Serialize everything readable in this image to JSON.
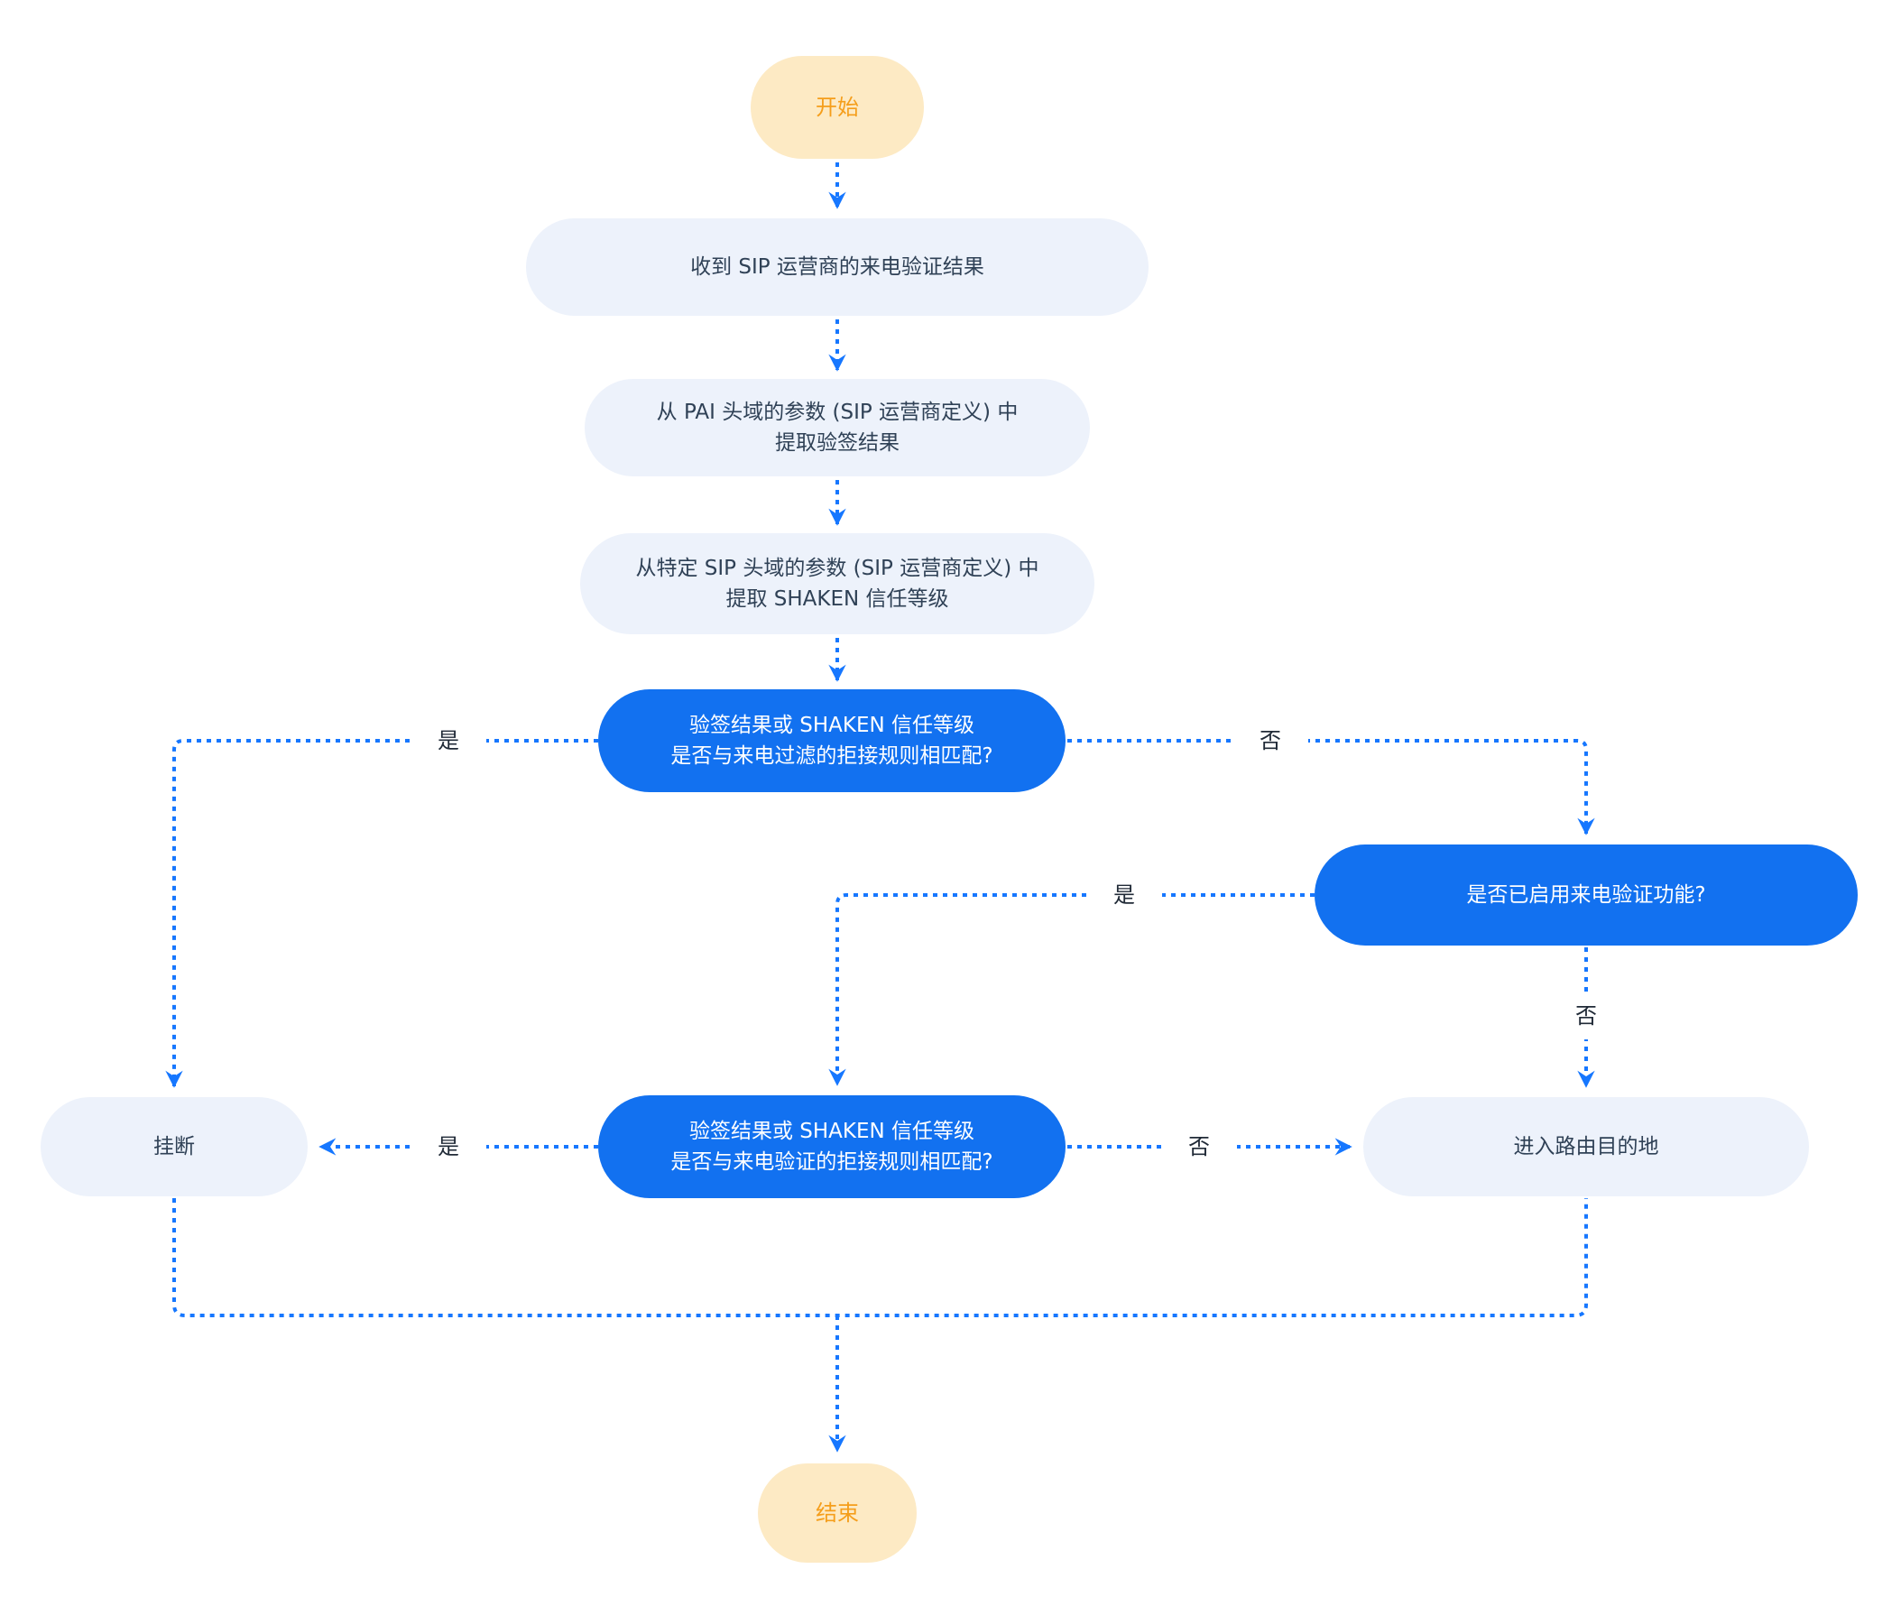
{
  "diagram": {
    "type": "flowchart",
    "language": "zh-CN",
    "colors": {
      "connector": "#1677ff",
      "decision_bg": "#1271f0",
      "decision_text": "#ffffff",
      "process_bg": "#edf2fb",
      "process_text": "#2f4156",
      "terminal_bg": "#fdeac4",
      "terminal_text": "#f59e1b",
      "label_text": "#202a37",
      "canvas_bg": "#ffffff"
    },
    "nodes": [
      {
        "id": "start",
        "type": "terminal",
        "lines": [
          "开始"
        ]
      },
      {
        "id": "receive-result",
        "type": "process",
        "lines": [
          "收到 SIP 运营商的来电验证结果"
        ]
      },
      {
        "id": "extract-verstat",
        "type": "process",
        "lines": [
          "从 PAI 头域的参数 (SIP 运营商定义) 中",
          "提取验签结果"
        ]
      },
      {
        "id": "extract-shaken",
        "type": "process",
        "lines": [
          "从特定 SIP 头域的参数 (SIP 运营商定义) 中",
          "提取 SHAKEN 信任等级"
        ]
      },
      {
        "id": "match-filter-rules",
        "type": "decision",
        "lines": [
          "验签结果或 SHAKEN 信任等级",
          "是否与来电过滤的拒接规则相匹配?"
        ]
      },
      {
        "id": "verification-enabled",
        "type": "decision",
        "lines": [
          "是否已启用来电验证功能?"
        ]
      },
      {
        "id": "match-verification-rules",
        "type": "decision",
        "lines": [
          "验签结果或 SHAKEN 信任等级",
          "是否与来电验证的拒接规则相匹配?"
        ]
      },
      {
        "id": "hangup",
        "type": "process",
        "lines": [
          "挂断"
        ]
      },
      {
        "id": "route-destination",
        "type": "process",
        "lines": [
          "进入路由目的地"
        ]
      },
      {
        "id": "end",
        "type": "terminal",
        "lines": [
          "结束"
        ]
      }
    ],
    "edges": [
      {
        "from": "start",
        "to": "receive-result",
        "label": ""
      },
      {
        "from": "receive-result",
        "to": "extract-verstat",
        "label": ""
      },
      {
        "from": "extract-verstat",
        "to": "extract-shaken",
        "label": ""
      },
      {
        "from": "extract-shaken",
        "to": "match-filter-rules",
        "label": ""
      },
      {
        "from": "match-filter-rules",
        "to": "hangup",
        "label": "是"
      },
      {
        "from": "match-filter-rules",
        "to": "verification-enabled",
        "label": "否"
      },
      {
        "from": "verification-enabled",
        "to": "match-verification-rules",
        "label": "是"
      },
      {
        "from": "verification-enabled",
        "to": "route-destination",
        "label": "否"
      },
      {
        "from": "match-verification-rules",
        "to": "hangup",
        "label": "是"
      },
      {
        "from": "match-verification-rules",
        "to": "route-destination",
        "label": "否"
      },
      {
        "from": "hangup",
        "to": "end",
        "label": ""
      },
      {
        "from": "route-destination",
        "to": "end",
        "label": ""
      }
    ]
  }
}
